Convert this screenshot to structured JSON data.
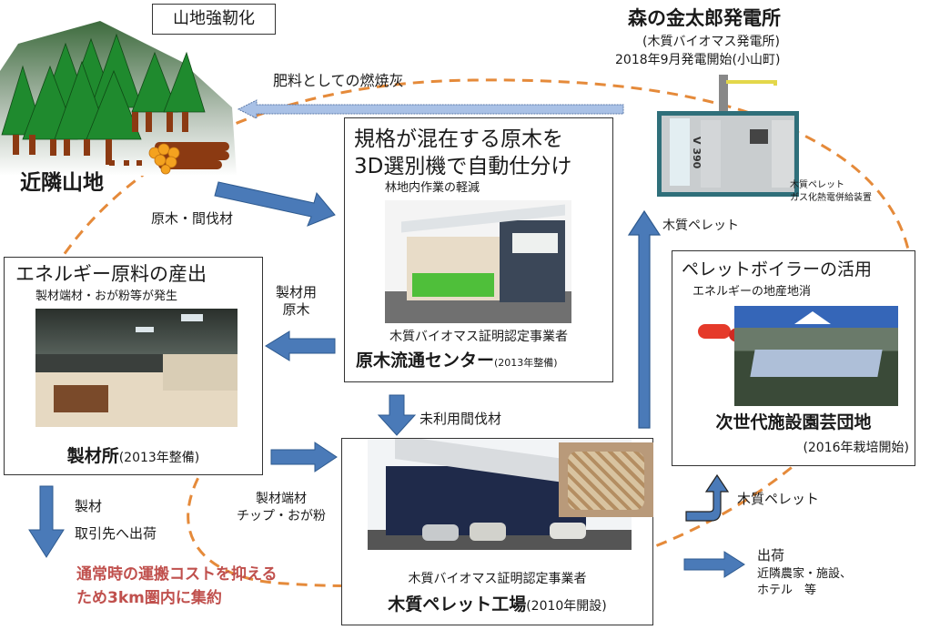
{
  "colors": {
    "arrow_blue": "#4a7ab8",
    "arrow_border": "#2e5a8f",
    "ash_arrow": "#a9c1e6",
    "dashed_circle": "#e58a3a",
    "forest_green": "#1f8a2e",
    "trunk_brown": "#8b3a12",
    "log_orange": "#f4a21f",
    "red_note": "#c0504d"
  },
  "mountain": {
    "label_box": "山地強靭化",
    "name": "近隣山地"
  },
  "flows": {
    "ash": "肥料としての燃焼灰",
    "logs_thinning": "原木・間伐材",
    "lumber_logs_line1": "製材用",
    "lumber_logs_line2": "原木",
    "unused_thinning": "未利用間伐材",
    "offcuts_line1": "製材端材",
    "offcuts_line2": "チップ・おが粉",
    "lumber": "製材",
    "ship_clients": "取引先へ出荷",
    "pellet_up": "木質ペレット",
    "pellet_to_greenhouse": "木質ペレット",
    "ship_label": "出荷",
    "ship_dest_line1": "近隣農家・施設、",
    "ship_dest_line2": "ホテル　等"
  },
  "power_plant": {
    "title": "森の金太郎発電所",
    "subtitle": "(木質バイオマス発電所)",
    "start": "2018年9月発電開始(小山町)",
    "machine_model": "V 390",
    "device_line1": "木質ペレット",
    "device_line2": "ガス化熱電併給装置"
  },
  "log_center": {
    "headline_line1": "規格が混在する原木を",
    "headline_line2": "3D選別機で自動仕分け",
    "sub": "林地内作業の軽減",
    "cert": "木質バイオマス証明認定事業者",
    "name": "原木流通センター",
    "year": "(2013年整備)"
  },
  "sawmill": {
    "headline": "エネルギー原料の産出",
    "sub": "製材端材・おが粉等が発生",
    "name": "製材所",
    "year": "(2013年整備)"
  },
  "pellet_factory": {
    "cert": "木質バイオマス証明認定事業者",
    "name": "木質ペレット工場",
    "year": "(2010年開設)"
  },
  "greenhouse": {
    "headline": "ペレットボイラーの活用",
    "sub": "エネルギーの地産地消",
    "name": "次世代施設園芸団地",
    "year": "(2016年栽培開始)"
  },
  "note": {
    "line1": "通常時の運搬コストを抑える",
    "line2": "ため3km圏内に集約"
  }
}
